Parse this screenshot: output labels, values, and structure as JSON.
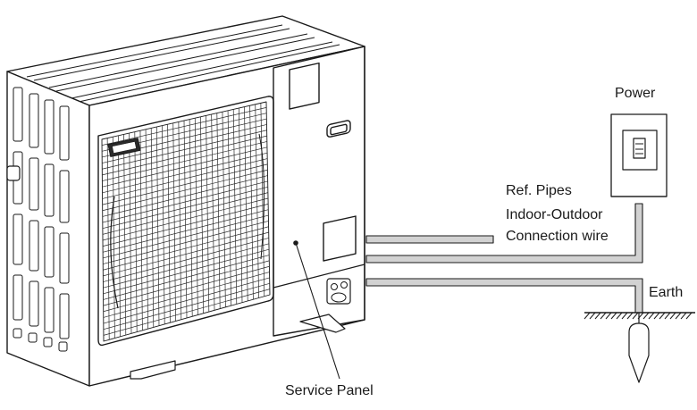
{
  "labels": {
    "power": "Power",
    "ref_pipes": "Ref. Pipes",
    "indoor_outdoor": "Indoor-Outdoor",
    "connection_wire": "Connection wire",
    "earth": "Earth",
    "service_panel": "Service Panel"
  },
  "colors": {
    "line": "#1a1a1a",
    "pipe_fill": "#d2d2d2",
    "unit_fill": "#ffffff",
    "grille": "#2a2a2a"
  }
}
